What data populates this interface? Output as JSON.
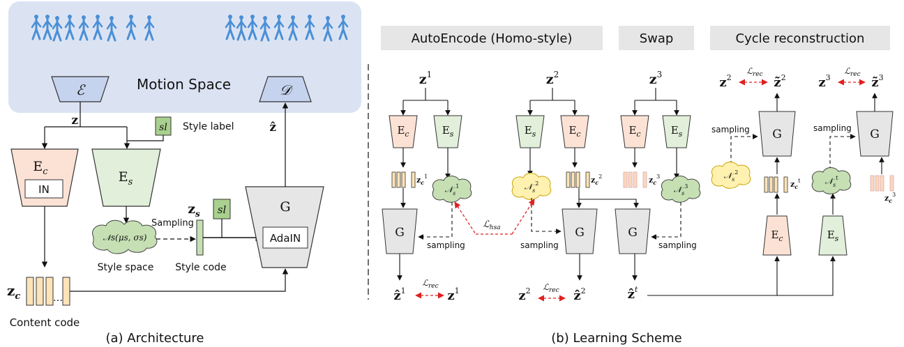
{
  "panel_a": {
    "caption": "(a) Architecture",
    "motion_space_label": "Motion Space",
    "encoder": "ℰ",
    "decoder": "𝒟",
    "z": "z",
    "z_hat": "ẑ",
    "style_label_box": "sl",
    "style_label_text": "Style label",
    "content_encoder": "E",
    "content_encoder_sub": "c",
    "in_box": "IN",
    "style_encoder": "E",
    "style_encoder_sub": "s",
    "style_space_cloud": "𝒩s(μs, σs)",
    "style_space_text": "Style space",
    "sampling_text": "Sampling",
    "zs_label": "z",
    "zs_sub": "s",
    "style_code_text": "Style code",
    "generator": "G",
    "adain_box": "AdaIN",
    "zc_label": "z",
    "zc_sub": "c",
    "content_code_text": "Content code",
    "dots": "…"
  },
  "panel_b": {
    "caption": "(b) Learning Scheme",
    "section_autoencode": "AutoEncode (Homo-style)",
    "section_swap": "Swap",
    "section_cycle": "Cycle reconstruction",
    "z1": "z",
    "z2": "z",
    "z3": "z",
    "sup1": "1",
    "sup2": "2",
    "sup3": "3",
    "supt": "t",
    "ec": "E",
    "es": "E",
    "c_sub": "c",
    "s_sub": "s",
    "g": "G",
    "sampling": "sampling",
    "cloud_ns": "𝒩",
    "l_rec": "ℒrec",
    "l_hsa": "ℒhsa",
    "zc_code": "z"
  },
  "colors": {
    "motion_space_bg": "#dbe3f3",
    "encoder_fill": "#c5d3ee",
    "content_enc_fill": "#fbe2d4",
    "style_enc_fill": "#e2efda",
    "generator_fill": "#e6e6e6",
    "header_fill": "#e6e6e6",
    "style_green": "#a9d08e",
    "cloud_green": "#c6e0b4",
    "cloud_yellow": "#fff2b0",
    "content_code_fill": "#fde4b8",
    "lhsa_red": "#e02020"
  }
}
